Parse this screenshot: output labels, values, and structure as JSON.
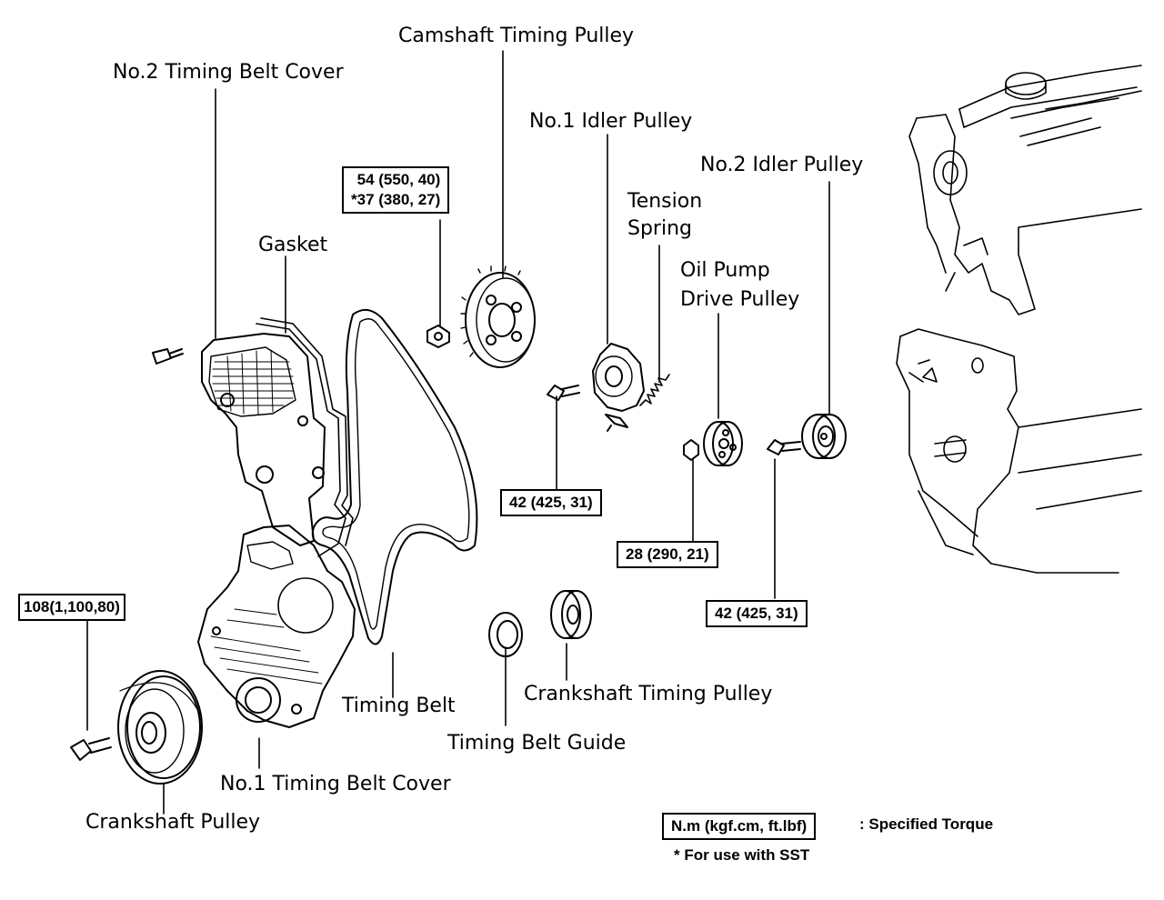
{
  "labels": {
    "camshaft_timing_pulley": "Camshaft Timing Pulley",
    "no2_timing_belt_cover": "No.2 Timing Belt Cover",
    "no1_idler_pulley": "No.1 Idler Pulley",
    "no2_idler_pulley": "No.2 Idler Pulley",
    "tension_spring": "Tension",
    "tension_spring_2": "Spring",
    "gasket": "Gasket",
    "oil_pump_drive_pulley": "Oil Pump",
    "oil_pump_drive_pulley_2": "Drive Pulley",
    "timing_belt": "Timing Belt",
    "crankshaft_timing_pulley": "Crankshaft Timing Pulley",
    "timing_belt_guide": "Timing Belt Guide",
    "no1_timing_belt_cover": "No.1 Timing Belt Cover",
    "crankshaft_pulley": "Crankshaft Pulley"
  },
  "torques": {
    "camshaft_bolt_line1": "54 (550, 40)",
    "camshaft_bolt_line2": "*37 (380, 27)",
    "idler1_bolt": "42 (425, 31)",
    "oil_pump_nut": "28 (290, 21)",
    "idler2_bolt": "42 (425, 31)",
    "crank_bolt": "108(1,100,80)"
  },
  "legend": {
    "unit_box": "N.m (kgf.cm, ft.lbf)",
    "unit_desc": ": Specified Torque",
    "sst_note": "* For use with SST"
  },
  "colors": {
    "ink": "#000000",
    "paper": "#ffffff"
  }
}
